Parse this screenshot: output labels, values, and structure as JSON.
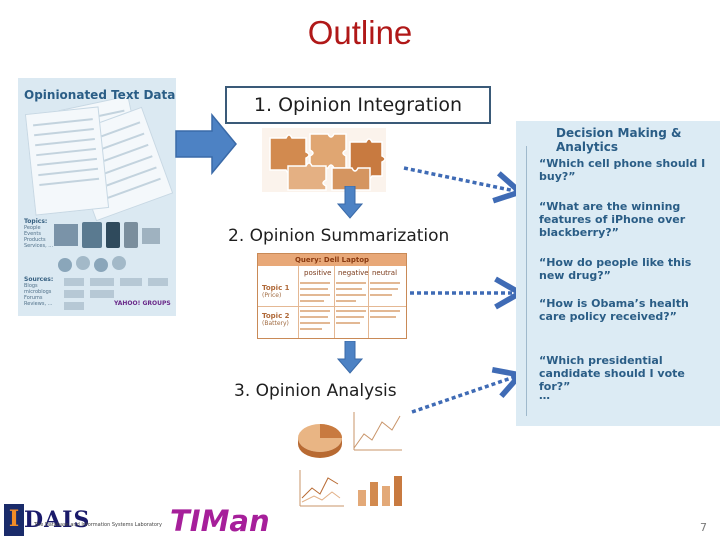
{
  "slide": {
    "title": "Outline",
    "page_number": "7"
  },
  "steps": {
    "step1": "1. Opinion Integration",
    "step2": "2. Opinion Summarization",
    "step3": "3. Opinion Analysis"
  },
  "left_panel": {
    "title": "Opinionated Text Data",
    "topics_heading": "Topics:",
    "topics_items": [
      "People",
      "Events",
      "Products",
      "Services, ..."
    ],
    "sources_heading": "Sources:",
    "sources_items": [
      "Blogs",
      "microblogs",
      "Forums",
      "Reviews, ..."
    ],
    "groups_label": "YAHOO! GROUPS"
  },
  "summary_table": {
    "query_label": "Query: Dell Laptop",
    "columns": [
      "positive",
      "negative",
      "neutral"
    ],
    "rows": [
      "Topic 1",
      "Topic 2"
    ],
    "row_subtitles": [
      "(Price)",
      "(Battery)"
    ]
  },
  "right_panel": {
    "title": "Decision Making & Analytics",
    "questions": [
      "“Which cell phone should I buy?”",
      "“What are the winning features of iPhone over blackberry?”",
      "“How do people like this new drug?”",
      "“How is Obama’s health care policy received?”",
      "“Which presidential candidate should I vote for?”"
    ],
    "ellipsis": "…"
  },
  "footer": {
    "logo_mark": "I",
    "dais_text": "DAIS",
    "dais_caption": "The Database and Information Systems Laboratory",
    "timan_text": "TIMan"
  },
  "colors": {
    "title": "#b01818",
    "arrow_blue": "#4d82c4",
    "dotted_arrow": "#3f6bb5",
    "panel_text": "#2a5d86",
    "puzzle_orange": "#d28a4f"
  }
}
